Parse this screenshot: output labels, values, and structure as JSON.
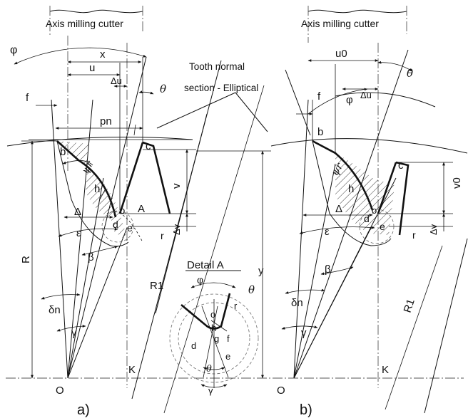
{
  "figure_a": {
    "axis_title": "Axis milling cutter",
    "labels": {
      "phi": "φ",
      "x": "x",
      "u": "u",
      "delta_u": "Δu",
      "theta": "θ",
      "f": "f",
      "pn": "pn",
      "b": "b",
      "c": "c",
      "psi": "ψr",
      "h": "h",
      "v": "v",
      "delta_v": "Δv",
      "o": "o",
      "A": "A",
      "d": "d",
      "e": "e",
      "r": "r",
      "Delta": "Δ",
      "epsilon": "ε",
      "beta": "β",
      "R": "R",
      "y": "y",
      "delta_n": "δn",
      "gamma": "γ",
      "O": "O",
      "K": "K",
      "R1": "R1"
    },
    "caption": "a)"
  },
  "callout": "Tooth normal\nsection - Elliptical",
  "detail": {
    "title": "Detail A",
    "labels": {
      "phi": "φ",
      "theta": "θ",
      "o": "o",
      "r": "r",
      "h": "h",
      "g": "g",
      "f": "f",
      "d": "d",
      "e": "e",
      "gamma": "γ",
      "theta2": "θ"
    }
  },
  "figure_b": {
    "axis_title": "Axis milling cutter",
    "labels": {
      "u0": "u0",
      "theta": "θ",
      "f": "f",
      "phi": "φ",
      "delta_u": "Δu",
      "b": "b",
      "c": "c",
      "psi": "ψr",
      "h": "h",
      "v0": "v0",
      "delta_v": "Δv",
      "o": "o",
      "d": "d",
      "e": "e",
      "r": "r",
      "Delta": "Δ",
      "epsilon": "ε",
      "beta": "β",
      "delta_n": "δn",
      "gamma": "γ",
      "R1": "R1",
      "O": "O",
      "K": "K"
    },
    "caption": "b)"
  }
}
